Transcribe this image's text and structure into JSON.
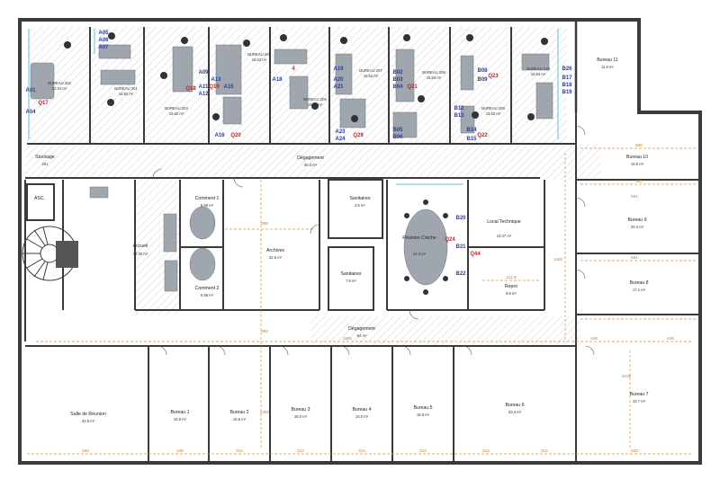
{
  "colors": {
    "wall": "#3a3a3a",
    "hatch": "#c9c9c9",
    "dim": "#d9923d",
    "tag_blue": "#2a3aa8",
    "tag_red": "#c21f2a",
    "furniture": "#9fa6ad",
    "cyan": "#5fc6d8"
  },
  "rooms": [
    {
      "name": "Bureau 11",
      "area": "11.9 m²"
    },
    {
      "name": "Bureau 10",
      "area": "16.5 m²"
    },
    {
      "name": "Bureau 9",
      "area": "20.4 m²"
    },
    {
      "name": "Bureau 8",
      "area": "17.1 m²"
    },
    {
      "name": "Bureau 7",
      "area": "42.7 m²"
    },
    {
      "name": "Bureau 6",
      "area": "33.4 m²"
    },
    {
      "name": "Bureau 5",
      "area": "16.5 m²"
    },
    {
      "name": "Bureau 4",
      "area": "16.0 m²"
    },
    {
      "name": "Bureau 3",
      "area": "16.0 m²"
    },
    {
      "name": "Bureau 2",
      "area": "16.5 m²"
    },
    {
      "name": "Bureau 1",
      "area": "16.8 m²"
    },
    {
      "name": "Salle de Réunion",
      "area": "32.6 m²"
    },
    {
      "name": "Dégagement",
      "area": "54 m²"
    },
    {
      "name": "Dégagement",
      "area": "30.3 m²"
    },
    {
      "name": "Archives",
      "area": "32.5 m²"
    },
    {
      "name": "Accueil",
      "area": "17.30 m²"
    },
    {
      "name": "Comment 1",
      "area": "6.96 m²"
    },
    {
      "name": "Comment 2",
      "area": "5.95 m²"
    },
    {
      "name": "Sanitaires",
      "area": "7.9 m²"
    },
    {
      "name": "Sanitaires",
      "area": "3.5 m²"
    },
    {
      "name": "Réunion Crèche",
      "area": "24.3 m²"
    },
    {
      "name": "Local Technique",
      "area": "14.37 m²"
    },
    {
      "name": "Repro",
      "area": "9.9 m²"
    },
    {
      "name": "Stockage",
      "area": "201"
    },
    {
      "name": "ASC.",
      "area": ""
    },
    {
      "name": "BUREAU 202",
      "area": "17.34 m²"
    },
    {
      "name": "BUREAU 201",
      "area": "15.92 m²"
    },
    {
      "name": "BUREAU 204",
      "area": "15.62 m²"
    },
    {
      "name": "BUREAU 205",
      "area": "16.53 m²"
    },
    {
      "name": "BUREAU 206",
      "area": "16.53 m²"
    },
    {
      "name": "BUREAU 207",
      "area": "16.53 m²"
    },
    {
      "name": "BUREAU 208",
      "area": "15.53 m²"
    },
    {
      "name": "BUREAU 209",
      "area": "15.53 m²"
    },
    {
      "name": "BUREAU 210",
      "area": "16.53 m²"
    }
  ],
  "desk_tags": {
    "blue": [
      "A05",
      "A06",
      "A07",
      "A01",
      "A04",
      "A09",
      "A13",
      "A12",
      "A11",
      "A16",
      "A15",
      "A18",
      "A19",
      "A20",
      "A21",
      "A23",
      "A24",
      "B02",
      "B03",
      "B04",
      "B05",
      "B06",
      "B08",
      "B09",
      "B12",
      "B13",
      "B14",
      "B15",
      "B17",
      "B18",
      "B19",
      "B20",
      "B21",
      "B22",
      "B26"
    ],
    "red": [
      "Q17",
      "Q18",
      "Q19",
      "Q20",
      "Q21",
      "Q22",
      "Q23",
      "Q24",
      "Q29",
      "Q44",
      "4"
    ]
  },
  "dimensions": [
    "500",
    "500",
    "561",
    "561",
    "448",
    "446",
    "1882",
    "888",
    "982",
    "1482",
    "1482",
    "552",
    "346",
    "314",
    "314",
    "314",
    "314",
    "314",
    "314",
    "633",
    "211.9",
    "1038"
  ]
}
